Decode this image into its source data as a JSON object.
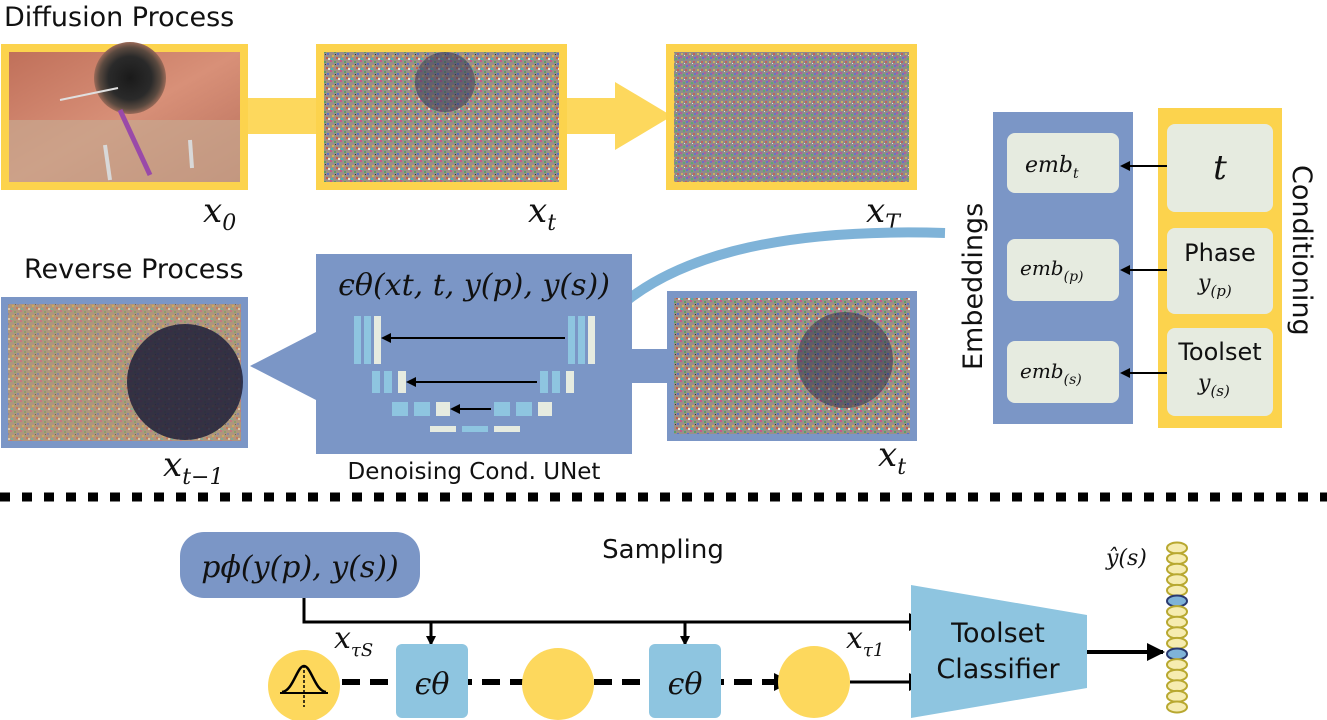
{
  "colors": {
    "yellow": "#fdd85d",
    "yellow_frame": "#fcd34d",
    "blue_dark": "#7b96c6",
    "blue_light": "#8ec5e0",
    "blue_arc": "#7fb3d8",
    "box_fill": "#e6ebe0",
    "noise_dot": "#5a6fa8"
  },
  "diffusion": {
    "title": "Diffusion Process",
    "x0_base": "x",
    "x0_sub": "0",
    "xt_base": "x",
    "xt_sub": "t",
    "xT_base": "x",
    "xT_sub": "T"
  },
  "reverse": {
    "title": "Reverse Process",
    "xt1_base": "x",
    "xt1_sub": "t−1",
    "xt_base": "x",
    "xt_sub": "t",
    "unet_formula": "ϵθ(xt, t, y(p), y(s))",
    "unet_label": "Denoising Cond. UNet"
  },
  "embeddings": {
    "title": "Embeddings",
    "items": [
      {
        "base": "emb",
        "sub": "t"
      },
      {
        "base": "emb",
        "sub": "(p)"
      },
      {
        "base": "emb",
        "sub": "(s)"
      }
    ]
  },
  "conditioning": {
    "title": "Conditioning",
    "items": [
      {
        "name": "",
        "var_base": "t",
        "var_sub": ""
      },
      {
        "name": "Phase",
        "var_base": "y",
        "var_sub": "(p)"
      },
      {
        "name": "Toolset",
        "var_base": "y",
        "var_sub": "(s)"
      }
    ]
  },
  "sampling": {
    "title": "Sampling",
    "prior": "pϕ(y(p), y(s))",
    "x_tauS_base": "x",
    "x_tauS_sub": "τS",
    "x_tau1_base": "x",
    "x_tau1_sub": "τ1",
    "eps_1": "ϵθ",
    "eps_2": "ϵθ",
    "classifier_line1": "Toolset",
    "classifier_line2": "Classifier",
    "yhat": "ŷ(s)"
  }
}
